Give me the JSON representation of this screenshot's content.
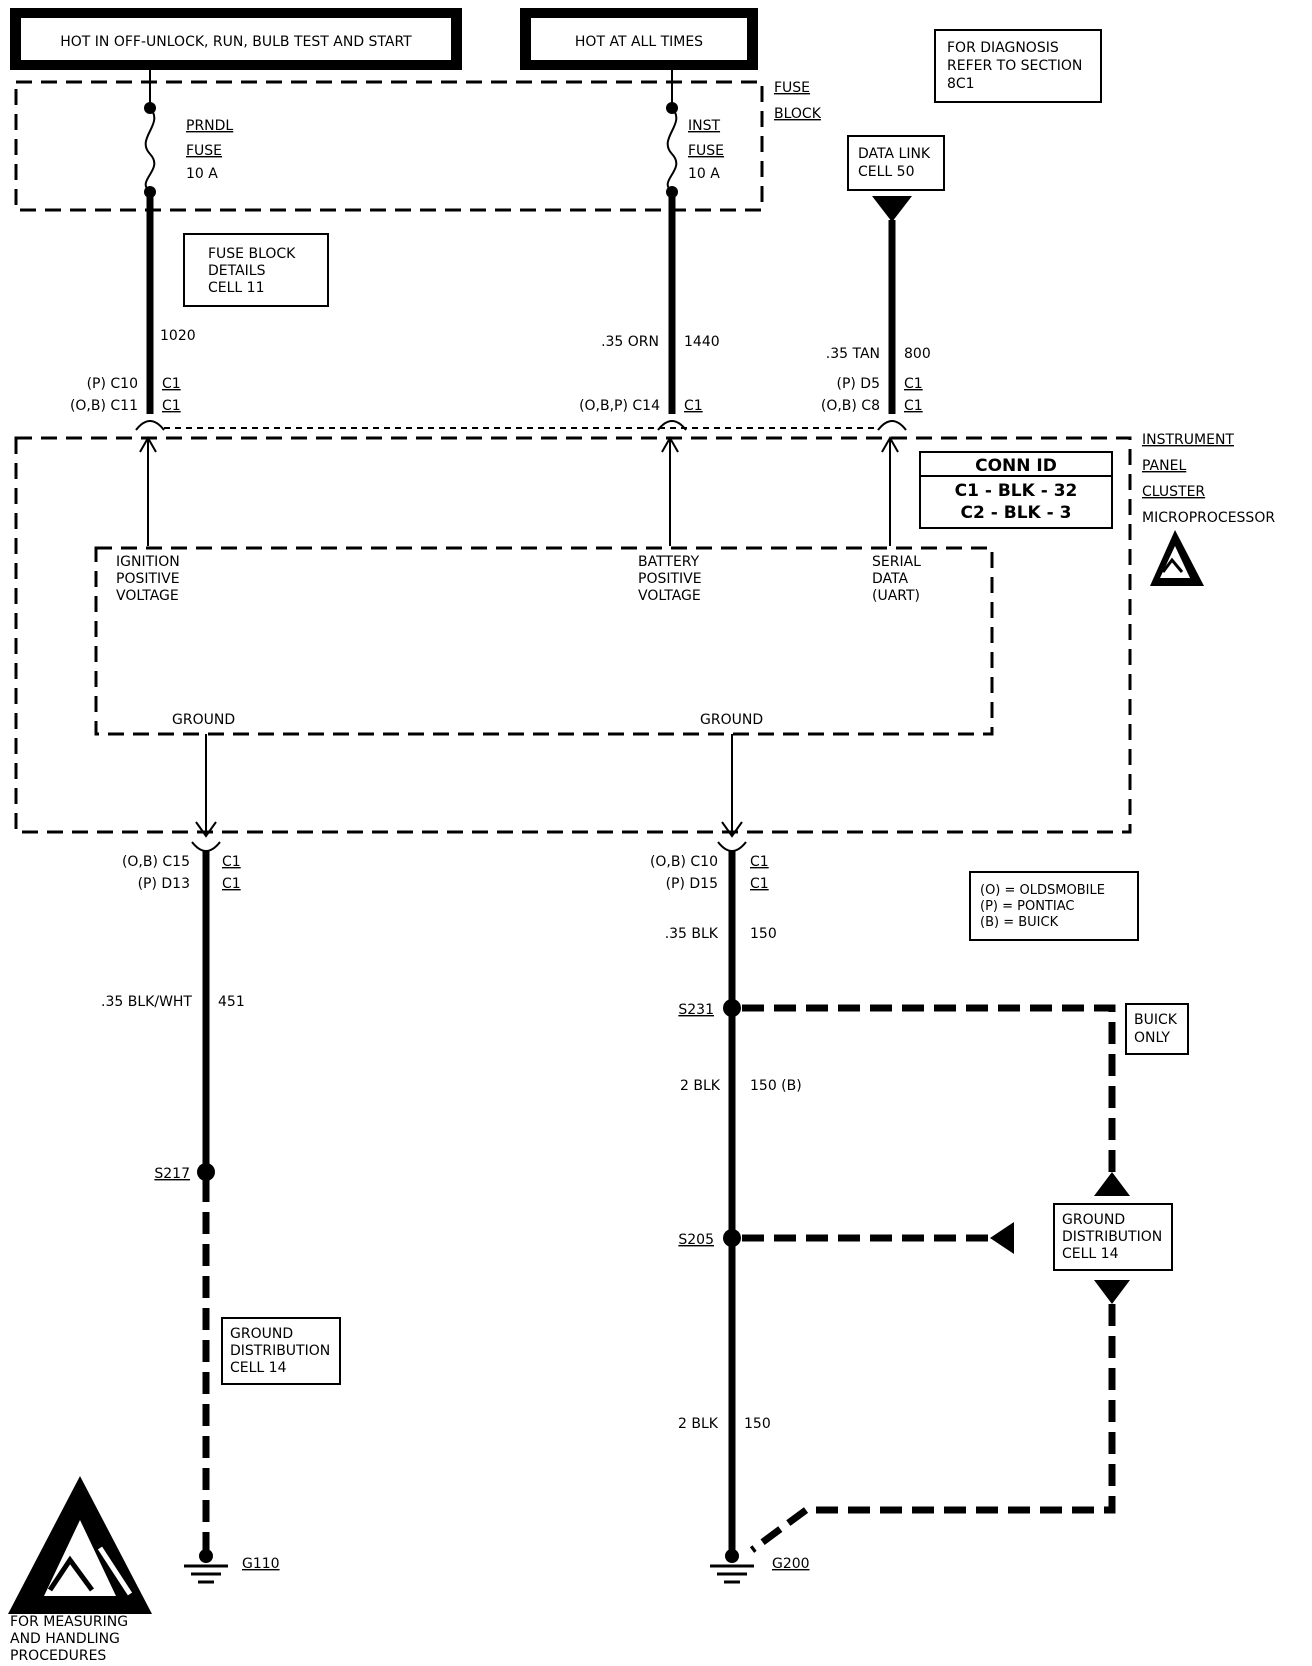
{
  "power": {
    "hot_run": "HOT IN OFF-UNLOCK, RUN, BULB TEST AND START",
    "hot_always": "HOT AT ALL TIMES"
  },
  "notes": {
    "diagnosis": [
      "FOR DIAGNOSIS",
      "REFER TO SECTION",
      "8C1"
    ],
    "fuse_block_details": [
      "FUSE BLOCK",
      "DETAILS",
      "CELL 11"
    ],
    "data_link": [
      "DATA LINK",
      "CELL 50"
    ],
    "buick_only": [
      "BUICK",
      "ONLY"
    ],
    "ground_dist_right": [
      "GROUND",
      "DISTRIBUTION",
      "CELL 14"
    ],
    "ground_dist_left": [
      "GROUND",
      "DISTRIBUTION",
      "CELL 14"
    ],
    "esd_note": [
      "FOR MEASURING",
      "AND HANDLING",
      "PROCEDURES"
    ]
  },
  "fuse_block": {
    "label": [
      "FUSE",
      "BLOCK"
    ],
    "fuses": [
      {
        "name": "PRNDL",
        "word": "FUSE",
        "rating": "10 A"
      },
      {
        "name": "INST",
        "word": "FUSE",
        "rating": "10 A"
      }
    ]
  },
  "module": {
    "label": [
      "INSTRUMENT",
      "PANEL",
      "CLUSTER",
      "MICROPROCESSOR"
    ],
    "conn_id_title": "CONN ID",
    "conn_id_rows": [
      "C1 - BLK - 32",
      "C2 - BLK - 3"
    ],
    "inputs": [
      [
        "IGNITION",
        "POSITIVE",
        "VOLTAGE"
      ],
      [
        "BATTERY",
        "POSITIVE",
        "VOLTAGE"
      ],
      [
        "SERIAL",
        "DATA",
        "(UART)"
      ]
    ],
    "ground_left": "GROUND",
    "ground_right": "GROUND"
  },
  "wires": {
    "w1020": {
      "color": "",
      "circuit": "1020"
    },
    "w1440": {
      "color": ".35 ORN",
      "circuit": "1440"
    },
    "w800": {
      "color": ".35 TAN",
      "circuit": "800"
    },
    "w451": {
      "color": ".35 BLK/WHT",
      "circuit": "451"
    },
    "w150a": {
      "color": ".35 BLK",
      "circuit": "150"
    },
    "w150b": {
      "color": "2 BLK",
      "circuit": "150 (B)"
    },
    "w150c": {
      "color": "2 BLK",
      "circuit": "150"
    }
  },
  "connectors": {
    "top1": {
      "pins": [
        "(P) C10",
        "(O,B) C11"
      ],
      "conn": [
        "C1",
        "C1"
      ]
    },
    "top2": {
      "pins": [
        "(O,B,P) C14"
      ],
      "conn": [
        "C1"
      ]
    },
    "top3": {
      "pins": [
        "(P) D5",
        "(O,B) C8"
      ],
      "conn": [
        "C1",
        "C1"
      ]
    },
    "bot1": {
      "pins": [
        "(O,B) C15",
        "(P) D13"
      ],
      "conn": [
        "C1",
        "C1"
      ]
    },
    "bot2": {
      "pins": [
        "(O,B) C10",
        "(P) D15"
      ],
      "conn": [
        "C1",
        "C1"
      ]
    }
  },
  "legend": [
    "(O) = OLDSMOBILE",
    "(P) = PONTIAC",
    "(B) = BUICK"
  ],
  "splices": {
    "s231": "S231",
    "s217": "S217",
    "s205": "S205"
  },
  "grounds": {
    "g110": "G110",
    "g200": "G200"
  }
}
